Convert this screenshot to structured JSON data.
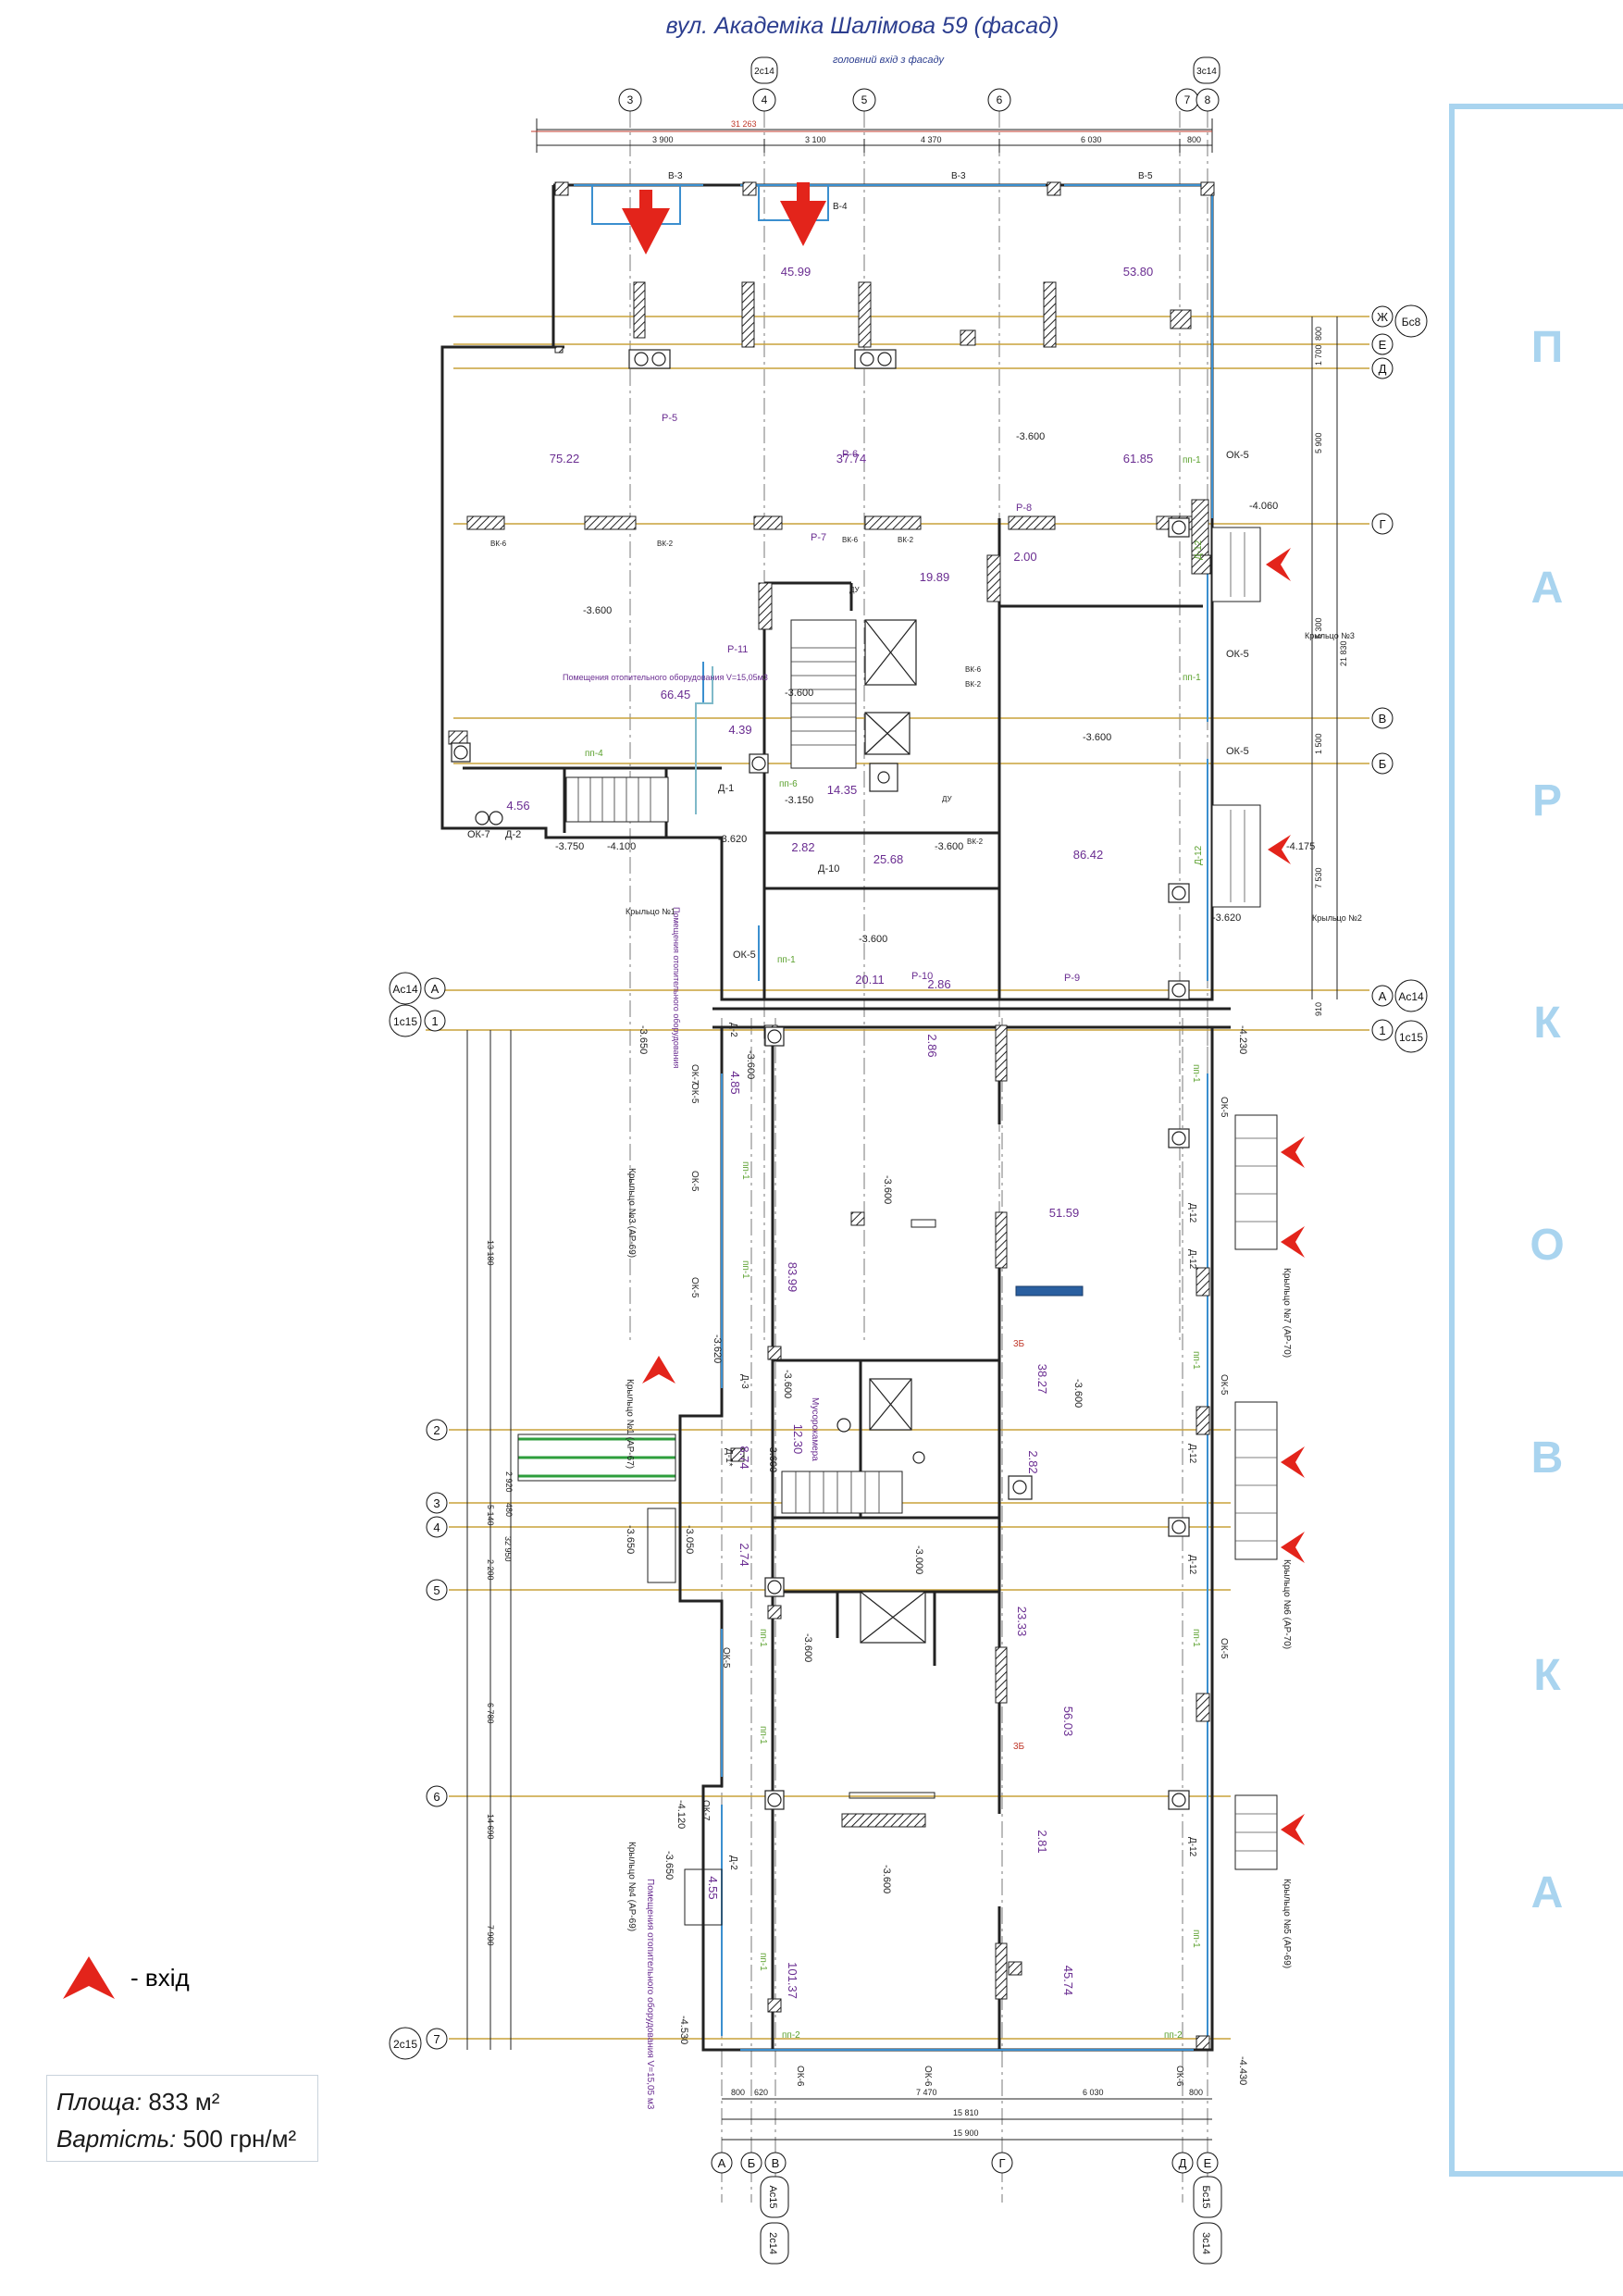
{
  "header": {
    "street_title": "вул. Академіка Шалімова 59 (фасад)"
  },
  "entrance_note": "головний вхід з фасаду",
  "parking_label": [
    "П",
    "А",
    "Р",
    "К",
    "О",
    "В",
    "К",
    "А"
  ],
  "legend": {
    "label": "- вхід"
  },
  "info": {
    "area_label": "Площа:",
    "area_value": "833 м²",
    "price_label": "Вартість:",
    "price_value": "500 грн/м²"
  },
  "axes": {
    "top": [
      "3",
      "2с14",
      "4",
      "5",
      "6",
      "7",
      "3с14",
      "8"
    ],
    "right_top": [
      "Ж",
      "Е",
      "Д",
      "Г",
      "В",
      "Б",
      "А"
    ],
    "right_top_tags": [
      "Бс8",
      "Ас14"
    ],
    "left_top": [
      "А",
      "1"
    ],
    "left_top_tags": [
      "Ас14",
      "1с15"
    ],
    "right_bottom": [
      "1",
      "1с15"
    ],
    "left_bottom": [
      "2",
      "3",
      "4",
      "5",
      "6",
      "7"
    ],
    "left_bottom_tag": "2с15",
    "bottom": [
      "А",
      "Б",
      "В",
      "Г",
      "Д",
      "Е"
    ],
    "bottom_tags": [
      "Ас15",
      "2с14",
      "Бс15",
      "3с14"
    ]
  },
  "dimensions": {
    "top_total": "31 263",
    "top": [
      "3 900",
      "3 100",
      "4 370",
      "6 030",
      "800"
    ],
    "bottom": [
      "800",
      "620",
      "7 470",
      "6 030",
      "800"
    ],
    "bottom_total_1": "15 810",
    "bottom_total_2": "15 900",
    "right": [
      "800",
      "1 700",
      "5 900",
      "6 300",
      "1 500",
      "7 530",
      "910"
    ],
    "right_total": "21 830",
    "left_total": "32 950",
    "left": [
      "13 180",
      "5 140",
      "2 200",
      "6 780",
      "7 900"
    ],
    "left_extra": [
      "2 920",
      "480"
    ],
    "left_sub": "14 690"
  },
  "rooms_top": [
    {
      "area": "45.99"
    },
    {
      "area": "53.80"
    },
    {
      "area": "75.22"
    },
    {
      "area": "37.74"
    },
    {
      "area": "61.85"
    },
    {
      "area": "19.89"
    },
    {
      "area": "66.45"
    },
    {
      "area": "4.39"
    },
    {
      "area": "14.35"
    },
    {
      "area": "25.68"
    },
    {
      "area": "86.42"
    },
    {
      "area": "2.82"
    },
    {
      "area": "20.11"
    },
    {
      "area": "2.86"
    },
    {
      "area": "2.00"
    },
    {
      "area": "4.56"
    }
  ],
  "rooms_bottom": [
    {
      "area": "51.59"
    },
    {
      "area": "83.99"
    },
    {
      "area": "38.27"
    },
    {
      "area": "12.30"
    },
    {
      "area": "2.82"
    },
    {
      "area": "23.33"
    },
    {
      "area": "56.03"
    },
    {
      "area": "101.37"
    },
    {
      "area": "45.74"
    },
    {
      "area": "2.81"
    },
    {
      "area": "2.86"
    },
    {
      "area": "4.85"
    },
    {
      "area": "8.74"
    },
    {
      "area": "2.74"
    },
    {
      "area": "4.55"
    }
  ],
  "labels_top": [
    "В-3",
    "В-4",
    "В-3",
    "В-5",
    "Р-5",
    "Р-6",
    "Р-7",
    "Р-8",
    "Р-9",
    "Р-10",
    "Р-11",
    "ВК-6",
    "ВК-2",
    "ВК-6",
    "ВК-2",
    "ВК-6",
    "ВК-2",
    "ВК-2",
    "ОК-5",
    "ОК-5",
    "ОК-5",
    "ОК-5",
    "ОК-7",
    "Д-1",
    "Д-2",
    "Д-10",
    "Д-12",
    "Д-12",
    "пп-1",
    "пп-1",
    "пп-1",
    "пп-4",
    "пп-6",
    "ДУ",
    "ДУ",
    "-3.600",
    "-3.600",
    "-3.600",
    "-3.600",
    "-3.600",
    "-3.600",
    "-3.620",
    "-3.620",
    "-3.750",
    "-4.100",
    "-4.060",
    "-4.175",
    "-3.150",
    "-3.600",
    "Крыльцо №1",
    "Крыльцо №2",
    "Крыльцо №3",
    "Помещения отопительного оборудования V=15,05м3",
    "Помещения отопительного оборудования"
  ],
  "labels_bottom": [
    "ОК-5",
    "ОК-5",
    "ОК-5",
    "ОК-5",
    "ОК-5",
    "ОК-5",
    "ОК-5",
    "ОК-6",
    "ОК-6",
    "ОК-6",
    "ОК-7",
    "ОК-7",
    "Д-12",
    "Д-12",
    "Д-12",
    "Д-12",
    "Д-12",
    "Д-3",
    "Д-2",
    "Д-1*",
    "Д-2",
    "пп-1",
    "пп-1",
    "пп-1",
    "пп-1",
    "пп-1",
    "пп-1",
    "пп-2",
    "пп-1",
    "пп-1",
    "пп-1",
    "пп-2",
    "-3.600",
    "-3.600",
    "-3.600",
    "-3.600",
    "-3.600",
    "-3.600",
    "-3.600",
    "-3.620",
    "-3.650",
    "-3.650",
    "-3.050",
    "-3.650",
    "-4.120",
    "-4.530",
    "-4.230",
    "-4.430",
    "-3.000",
    "Крыльцо №3 (АР-69)",
    "Крыльцо №1 (АР-67)",
    "Крыльцо №4 (АР-69)",
    "Крыльцо №7 (АР-70)",
    "Крыльцо №6 (АР-70)",
    "Крыльцо №5 (АР-69)",
    "Мусорокамера",
    "Помещения отопительного оборудования V=15,05 м3",
    "3Б",
    "3Б"
  ]
}
